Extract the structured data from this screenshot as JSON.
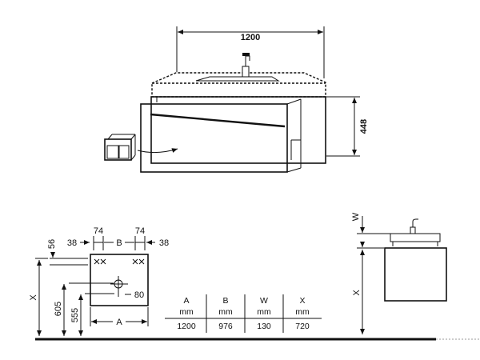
{
  "top_view": {
    "width_label": "1200",
    "height_label": "448"
  },
  "cutout_view": {
    "left_38": "38",
    "left_74": "74",
    "b_label": "B",
    "right_74": "74",
    "right_38": "38",
    "top_56": "56",
    "x_label": "X",
    "h605": "605",
    "h555": "555",
    "a_label": "A",
    "r80": "80"
  },
  "side_view": {
    "w_label": "W",
    "x_label": "X"
  },
  "dimensions_table": {
    "headers": [
      "A",
      "B",
      "W",
      "X"
    ],
    "units": [
      "mm",
      "mm",
      "mm",
      "mm"
    ],
    "values": [
      "1200",
      "976",
      "130",
      "720"
    ]
  }
}
